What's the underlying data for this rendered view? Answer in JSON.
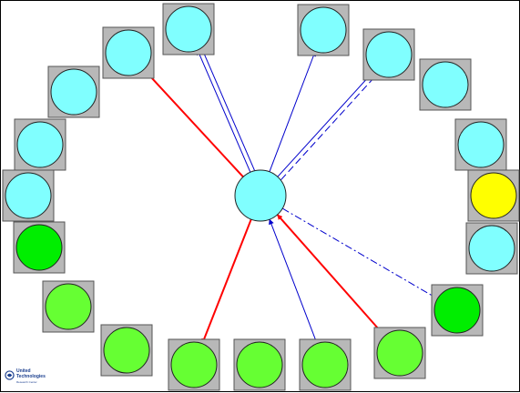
{
  "colors": {
    "node_cyan": "#80ffff",
    "node_green_light": "#66ff33",
    "node_green_bright": "#00ee00",
    "node_yellow": "#ffff00",
    "box_fill": "#b8b8b8",
    "arrow_red": "#ff0000",
    "arrow_blue": "#0000cc"
  },
  "hub": {
    "id": "hub",
    "color": "cyan"
  },
  "nodes": [
    {
      "id": "n1",
      "color": "cyan"
    },
    {
      "id": "n2",
      "color": "cyan"
    },
    {
      "id": "n3",
      "color": "cyan"
    },
    {
      "id": "n4",
      "color": "cyan"
    },
    {
      "id": "n5",
      "color": "cyan"
    },
    {
      "id": "n6",
      "color": "cyan"
    },
    {
      "id": "n7",
      "color": "cyan"
    },
    {
      "id": "n8",
      "color": "cyan"
    },
    {
      "id": "n9",
      "color": "cyan"
    },
    {
      "id": "n10",
      "color": "yellow"
    },
    {
      "id": "n11",
      "color": "cyan"
    },
    {
      "id": "n12",
      "color": "green_bright"
    },
    {
      "id": "n13",
      "color": "green_light"
    },
    {
      "id": "n14",
      "color": "green_light"
    },
    {
      "id": "n15",
      "color": "green_light"
    },
    {
      "id": "n16",
      "color": "green_light"
    },
    {
      "id": "n17",
      "color": "green_light"
    },
    {
      "id": "n18",
      "color": "green_light"
    },
    {
      "id": "n19",
      "color": "green_bright"
    },
    {
      "id": "n20",
      "color": "green_light"
    }
  ],
  "edges": [
    {
      "from": "hub",
      "to": "n3",
      "color": "red",
      "style": "solid"
    },
    {
      "from": "hub",
      "to": "n1",
      "color": "blue",
      "style": "solid"
    },
    {
      "from": "hub",
      "to": "n1",
      "color": "blue",
      "style": "solid"
    },
    {
      "from": "hub",
      "to": "n2",
      "color": "blue",
      "style": "solid"
    },
    {
      "from": "hub",
      "to": "n4",
      "color": "blue",
      "style": "solid"
    },
    {
      "from": "hub",
      "to": "n4",
      "color": "blue",
      "style": "dashed"
    },
    {
      "from": "hub",
      "to": "n17",
      "color": "red",
      "style": "solid"
    },
    {
      "from": "n15",
      "to": "hub",
      "color": "blue",
      "style": "solid"
    },
    {
      "from": "n16",
      "to": "hub",
      "color": "red",
      "style": "solid"
    },
    {
      "from": "hub",
      "to": "n12",
      "color": "blue",
      "style": "dashdot"
    }
  ],
  "logo": {
    "line1": "United",
    "line2": "Technologies",
    "line3": "Research Center"
  }
}
